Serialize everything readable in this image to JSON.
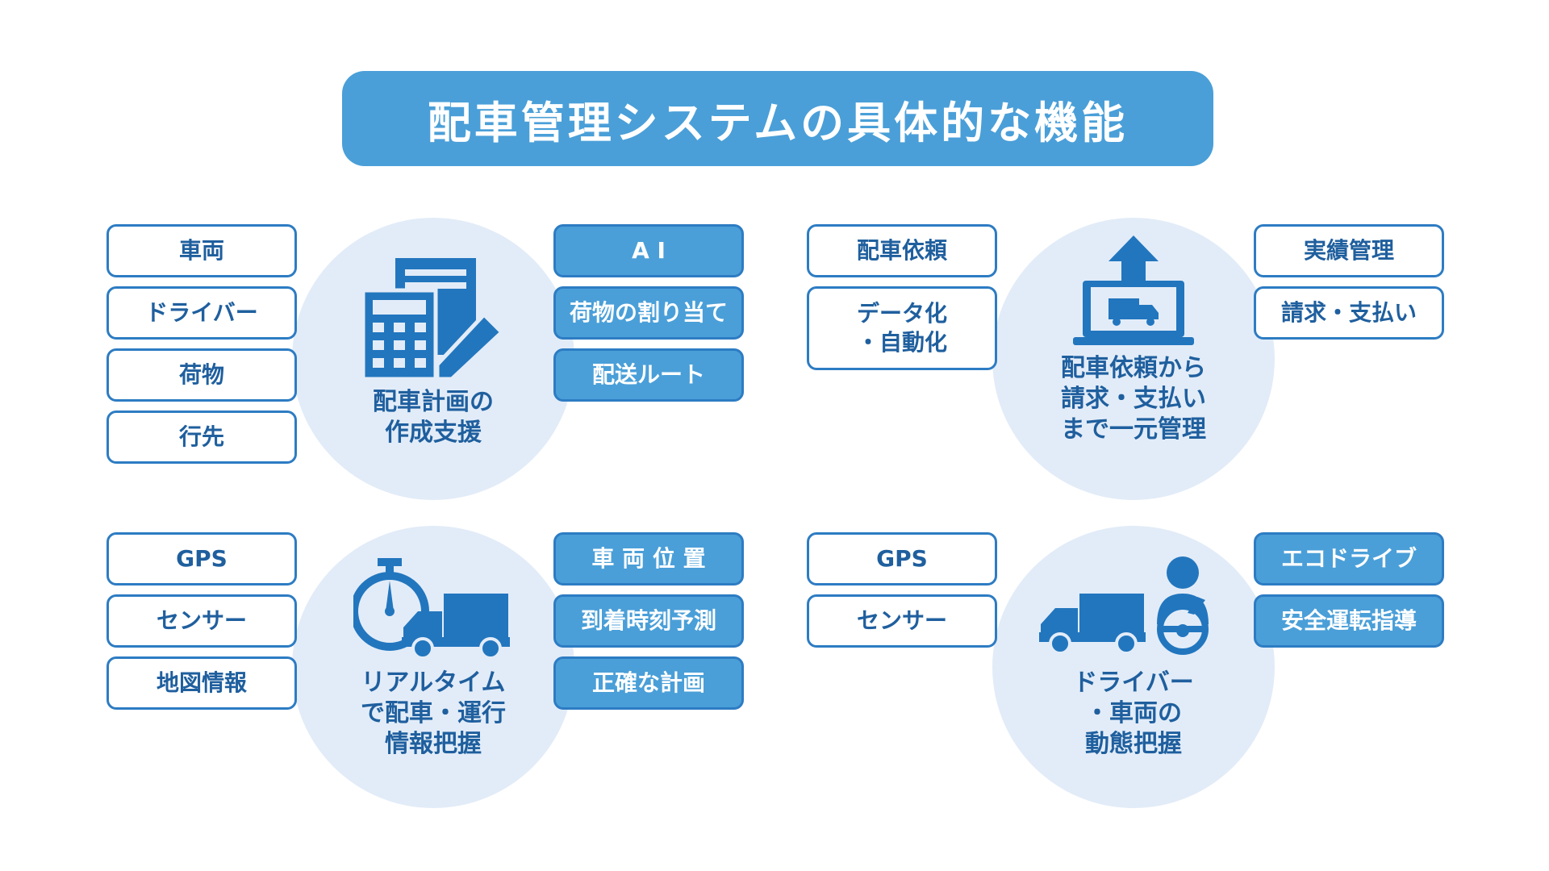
{
  "title": "配車管理システムの具体的な機能",
  "colors": {
    "primary": "#4a9fd8",
    "border": "#2d7cc3",
    "text": "#1f5f9e",
    "circle": "#e2ecf8",
    "icon": "#2276be"
  },
  "q1": {
    "icon": "calculator-document-pencil-icon",
    "center": [
      "配車計画の",
      "作成支援"
    ],
    "left": [
      "車両",
      "ドライバー",
      "荷物",
      "行先"
    ],
    "right": [
      "A I",
      "荷物の割り当て",
      "配送ルート"
    ]
  },
  "q2": {
    "icon": "laptop-truck-upload-icon",
    "center": [
      "配車依頼から",
      "請求・支払い",
      "まで一元管理"
    ],
    "left": [
      "配車依頼",
      [
        "データ化",
        "・自動化"
      ]
    ],
    "right": [
      "実績管理",
      "請求・支払い"
    ]
  },
  "q3": {
    "icon": "stopwatch-truck-icon",
    "center": [
      "リアルタイム",
      "で配車・運行",
      "情報把握"
    ],
    "left": [
      "GPS",
      "センサー",
      "地図情報"
    ],
    "right": [
      "車 両 位 置",
      "到着時刻予測",
      "正確な計画"
    ]
  },
  "q4": {
    "icon": "truck-driver-wheel-icon",
    "center": [
      "ドライバー",
      "・車両の",
      "動態把握"
    ],
    "left": [
      "GPS",
      "センサー"
    ],
    "right": [
      "エコドライブ",
      "安全運転指導"
    ]
  }
}
